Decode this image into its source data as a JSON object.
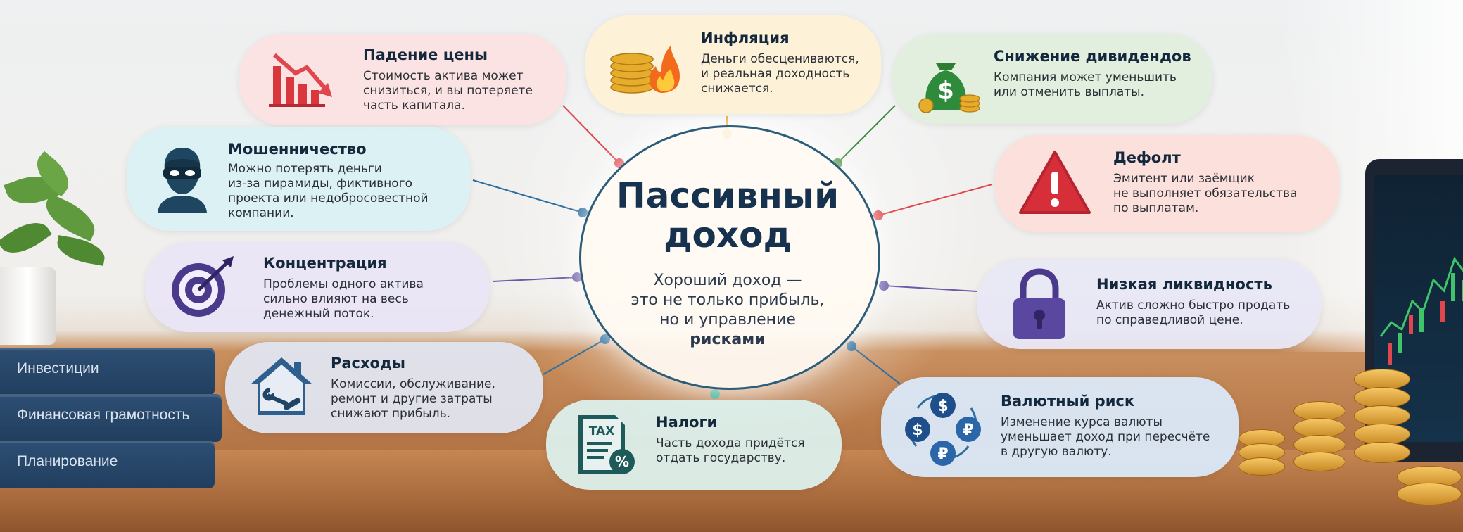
{
  "center": {
    "title_line1": "Пассивный",
    "title_line2": "доход",
    "sub_line1": "Хороший доход —",
    "sub_line2": "это не только прибыль,",
    "sub_line3": "но и управление",
    "sub_line4": "рисками"
  },
  "risks": {
    "price_drop": {
      "title": "Падение цены",
      "desc": [
        "Стоимость актива может",
        "снизиться, и вы потеряете",
        "часть капитала."
      ]
    },
    "inflation": {
      "title": "Инфляция",
      "desc": [
        "Деньги обесцениваются,",
        "и реальная доходность",
        "снижается."
      ]
    },
    "dividends": {
      "title": "Снижение дивидендов",
      "desc": [
        "Компания может уменьшить",
        "или отменить выплаты."
      ]
    },
    "fraud": {
      "title": "Мошенничество",
      "desc": [
        "Можно потерять деньги",
        "из-за пирамиды, фиктивного",
        "проекта или недобросовестной",
        "компании."
      ]
    },
    "default": {
      "title": "Дефолт",
      "desc": [
        "Эмитент или заёмщик",
        "не выполняет обязательства",
        "по выплатам."
      ]
    },
    "concentration": {
      "title": "Концентрация",
      "desc": [
        "Проблемы одного актива",
        "сильно влияют на весь",
        "денежный поток."
      ]
    },
    "liquidity": {
      "title": "Низкая ликвидность",
      "desc": [
        "Актив сложно быстро продать",
        "по справедливой цене."
      ]
    },
    "expenses": {
      "title": "Расходы",
      "desc": [
        "Комиссии, обслуживание,",
        "ремонт и другие затраты",
        "снижают прибыль."
      ]
    },
    "taxes": {
      "title": "Налоги",
      "desc": [
        "Часть дохода придётся",
        "отдать государству."
      ],
      "icon_text": "TAX"
    },
    "currency": {
      "title": "Валютный риск",
      "desc": [
        "Изменение курса валюты",
        "уменьшает доход при пересчёте",
        "в другую валюту."
      ]
    }
  },
  "books": [
    "Инвестиции",
    "Финансовая грамотность",
    "Планирование"
  ],
  "icons": {
    "price_drop": "falling-bar-chart-icon",
    "inflation": "burning-coins-icon",
    "dividends": "money-bag-icon",
    "fraud": "masked-person-icon",
    "default": "warning-triangle-icon",
    "concentration": "target-arrow-icon",
    "liquidity": "padlock-icon",
    "expenses": "house-tools-icon",
    "taxes": "tax-document-icon",
    "currency": "currency-exchange-icon"
  },
  "colors": {
    "title": "#17324f",
    "ring": "#2b5d7a",
    "connector_red": "#e0474c",
    "connector_gold": "#e5a21a",
    "connector_green": "#3f8a3a",
    "connector_blue": "#2f6f9e",
    "connector_purple": "#6b5aa8"
  }
}
